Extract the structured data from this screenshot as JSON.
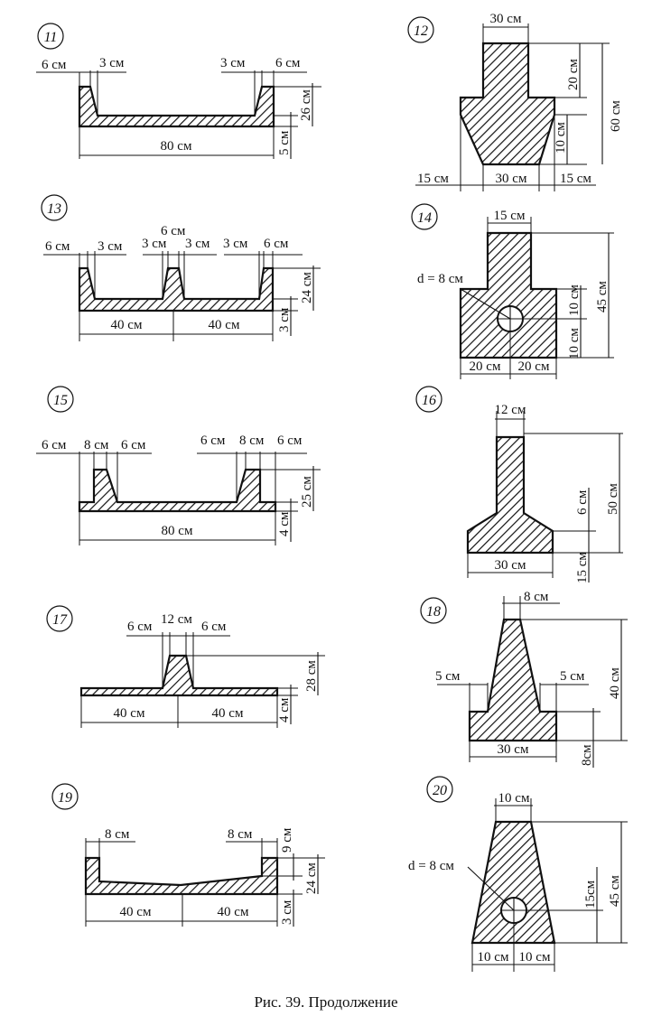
{
  "caption": "Рис. 39. Продолжение",
  "figures": [
    {
      "number": "11",
      "labels": [
        "6 см",
        "3 см",
        "3 см",
        "6 см",
        "26 см",
        "5 см",
        "80 см"
      ]
    },
    {
      "number": "12",
      "labels": [
        "30 см",
        "20 см",
        "60 см",
        "10 см",
        "15 см",
        "30 см",
        "15 см"
      ]
    },
    {
      "number": "13",
      "labels": [
        "6 см",
        "3 см",
        "6 см",
        "3 см",
        "3 см",
        "3 см",
        "6 см",
        "24 см",
        "3 см",
        "40 см",
        "40 см"
      ]
    },
    {
      "number": "14",
      "labels": [
        "15 см",
        "d = 8 см",
        "10 см",
        "45 см",
        "10 см",
        "20 см",
        "20 см"
      ]
    },
    {
      "number": "15",
      "labels": [
        "6 см",
        "8 см",
        "6 см",
        "6 см",
        "8 см",
        "6 см",
        "25 см",
        "4 см",
        "80 см"
      ]
    },
    {
      "number": "16",
      "labels": [
        "12 см",
        "6 см",
        "50 см",
        "30 см",
        "15 см"
      ]
    },
    {
      "number": "17",
      "labels": [
        "6 см",
        "12 см",
        "6 см",
        "28 см",
        "4 см",
        "40 см",
        "40 см"
      ]
    },
    {
      "number": "18",
      "labels": [
        "8 см",
        "5 см",
        "5 см",
        "40 см",
        "30 см",
        "8см"
      ]
    },
    {
      "number": "19",
      "labels": [
        "8 см",
        "8 см",
        "9 см",
        "24 см",
        "3 см",
        "40 см",
        "40 см"
      ]
    },
    {
      "number": "20",
      "labels": [
        "10 см",
        "d = 8 см",
        "15см",
        "45 см",
        "10 см",
        "10 см"
      ]
    }
  ]
}
